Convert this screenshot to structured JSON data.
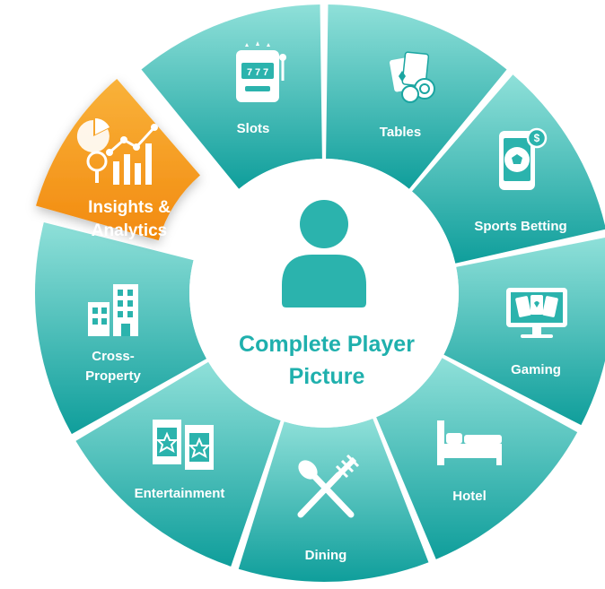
{
  "colors": {
    "teal_dark": "#0f9e9b",
    "teal_light": "#7dd9d3",
    "highlight_orange": "#f59a1c",
    "center_fill": "#ffffff",
    "center_text": "#1fb0ad",
    "person_icon": "#2bb3ad"
  },
  "center": {
    "title_line1": "Complete Player",
    "title_line2": "Picture",
    "icon": "person-icon"
  },
  "segments": [
    {
      "id": "slots",
      "label_lines": [
        "Slots"
      ],
      "icon": "slot-machine-icon",
      "highlighted": false
    },
    {
      "id": "tables",
      "label_lines": [
        "Tables"
      ],
      "icon": "cards-chips-icon",
      "highlighted": false
    },
    {
      "id": "sports-betting",
      "label_lines": [
        "Sports Betting"
      ],
      "icon": "phone-soccer-ball-icon",
      "highlighted": false
    },
    {
      "id": "gaming",
      "label_lines": [
        "Gaming"
      ],
      "icon": "monitor-cards-icon",
      "highlighted": false
    },
    {
      "id": "hotel",
      "label_lines": [
        "Hotel"
      ],
      "icon": "bed-icon",
      "highlighted": false
    },
    {
      "id": "dining",
      "label_lines": [
        "Dining"
      ],
      "icon": "spoon-fork-icon",
      "highlighted": false
    },
    {
      "id": "entertainment",
      "label_lines": [
        "Entertainment"
      ],
      "icon": "tickets-icon",
      "highlighted": false
    },
    {
      "id": "cross-property",
      "label_lines": [
        "Cross-",
        "Property"
      ],
      "icon": "buildings-icon",
      "highlighted": false
    },
    {
      "id": "insights-analytics",
      "label_lines": [
        "Insights &",
        "Analytics"
      ],
      "icon": "analytics-chart-icon",
      "highlighted": true
    }
  ]
}
